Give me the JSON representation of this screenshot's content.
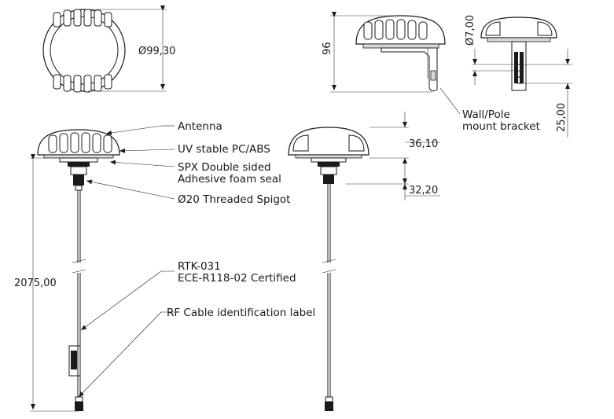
{
  "callouts": {
    "antenna": "Antenna",
    "uv_stable": "UV stable PC/ABS",
    "spx_seal_1": "SPX Double sided",
    "spx_seal_2": "Adhesive foam seal",
    "spigot": "Ø20 Threaded Spigot",
    "rtk_1": "RTK-031",
    "rtk_2": "ECE-R118-02 Certified",
    "rf_label": "RF Cable identification label",
    "bracket_1": "Wall/Pole",
    "bracket_2": "mount bracket"
  },
  "dimensions": {
    "diameter": "Ø99,30",
    "height": "96",
    "hole_dia": "Ø7,00",
    "bracket_h": "25,00",
    "dome_h": "36,10",
    "spigot_l": "32,20",
    "cable_l": "2075,00"
  }
}
